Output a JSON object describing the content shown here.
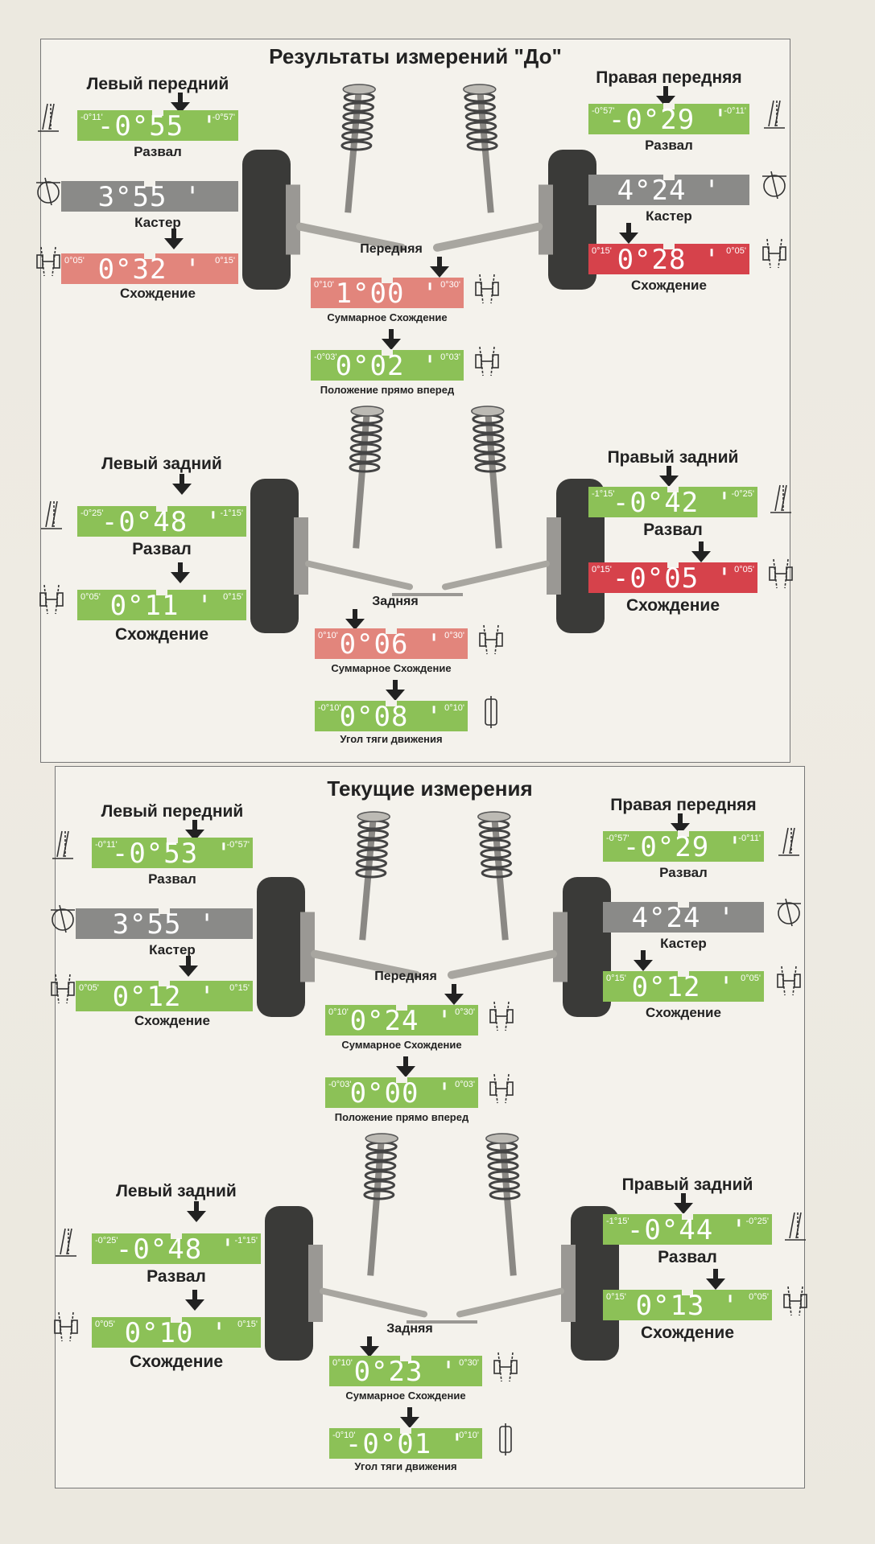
{
  "panels": [
    {
      "title": "Результаты измерений \"До\"",
      "front_left": {
        "heading": "Левый передний",
        "camber": {
          "label": "Развал",
          "value": "-0°55 '",
          "lo": "-0°11'",
          "hi": "-0°57'",
          "color": "#8cc157"
        },
        "caster": {
          "label": "Кастер",
          "value": "3°55 '",
          "lo": "",
          "hi": "",
          "color": "#8a8a88"
        },
        "toe": {
          "label": "Схождение",
          "value": "0°32 '",
          "lo": "0°05'",
          "hi": "0°15'",
          "color": "#e2857c"
        }
      },
      "front_right": {
        "heading": "Правая передняя",
        "camber": {
          "label": "Развал",
          "value": "-0°29 '",
          "lo": "-0°57'",
          "hi": "-0°11'",
          "color": "#8cc157"
        },
        "caster": {
          "label": "Кастер",
          "value": "4°24 '",
          "lo": "",
          "hi": "",
          "color": "#8a8a88"
        },
        "toe": {
          "label": "Схождение",
          "value": "0°28 '",
          "lo": "0°15'",
          "hi": "0°05'",
          "color": "#d6424b"
        }
      },
      "front_total": {
        "heading": "Передняя",
        "label": "Суммарное Схождение",
        "value": "1°00 '",
        "lo": "0°10'",
        "hi": "0°30'",
        "color": "#e2857c"
      },
      "straight_ahead": {
        "label": "Положение прямо вперед",
        "value": "0°02 '",
        "lo": "-0°03'",
        "hi": "0°03'",
        "color": "#8cc157"
      },
      "rear_left": {
        "heading": "Левый задний",
        "camber": {
          "label": "Развал",
          "value": "-0°48 '",
          "lo": "-0°25'",
          "hi": "-1°15'",
          "color": "#8cc157"
        },
        "toe": {
          "label": "Схождение",
          "value": "0°11 '",
          "lo": "0°05'",
          "hi": "0°15'",
          "color": "#8cc157"
        }
      },
      "rear_right": {
        "heading": "Правый задний",
        "camber": {
          "label": "Развал",
          "value": "-0°42 '",
          "lo": "-1°15'",
          "hi": "-0°25'",
          "color": "#8cc157"
        },
        "toe": {
          "label": "Схождение",
          "value": "-0°05 '",
          "lo": "0°15'",
          "hi": "0°05'",
          "color": "#d6424b"
        }
      },
      "rear_total": {
        "heading": "Задняя",
        "label": "Суммарное Схождение",
        "value": "0°06 '",
        "lo": "0°10'",
        "hi": "0°30'",
        "color": "#e2857c"
      },
      "thrust": {
        "label": "Угол тяги движения",
        "value": "0°08 '",
        "lo": "-0°10'",
        "hi": "0°10'",
        "color": "#8cc157"
      }
    },
    {
      "title": "Текущие измерения",
      "front_left": {
        "heading": "Левый передний",
        "camber": {
          "label": "Развал",
          "value": "-0°53 '",
          "lo": "-0°11'",
          "hi": "-0°57'",
          "color": "#8cc157"
        },
        "caster": {
          "label": "Кастер",
          "value": "3°55 '",
          "lo": "",
          "hi": "",
          "color": "#8a8a88"
        },
        "toe": {
          "label": "Схождение",
          "value": "0°12 '",
          "lo": "0°05'",
          "hi": "0°15'",
          "color": "#8cc157"
        }
      },
      "front_right": {
        "heading": "Правая передняя",
        "camber": {
          "label": "Развал",
          "value": "-0°29 '",
          "lo": "-0°57'",
          "hi": "-0°11'",
          "color": "#8cc157"
        },
        "caster": {
          "label": "Кастер",
          "value": "4°24 '",
          "lo": "",
          "hi": "",
          "color": "#8a8a88"
        },
        "toe": {
          "label": "Схождение",
          "value": "0°12 '",
          "lo": "0°15'",
          "hi": "0°05'",
          "color": "#8cc157"
        }
      },
      "front_total": {
        "heading": "Передняя",
        "label": "Суммарное Схождение",
        "value": "0°24 '",
        "lo": "0°10'",
        "hi": "0°30'",
        "color": "#8cc157"
      },
      "straight_ahead": {
        "label": "Положение прямо вперед",
        "value": "0°00 '",
        "lo": "-0°03'",
        "hi": "0°03'",
        "color": "#8cc157"
      },
      "rear_left": {
        "heading": "Левый задний",
        "camber": {
          "label": "Развал",
          "value": "-0°48 '",
          "lo": "-0°25'",
          "hi": "-1°15'",
          "color": "#8cc157"
        },
        "toe": {
          "label": "Схождение",
          "value": "0°10 '",
          "lo": "0°05'",
          "hi": "0°15'",
          "color": "#8cc157"
        }
      },
      "rear_right": {
        "heading": "Правый задний",
        "camber": {
          "label": "Развал",
          "value": "-0°44 '",
          "lo": "-1°15'",
          "hi": "-0°25'",
          "color": "#8cc157"
        },
        "toe": {
          "label": "Схождение",
          "value": "0°13 '",
          "lo": "0°15'",
          "hi": "0°05'",
          "color": "#8cc157"
        }
      },
      "rear_total": {
        "heading": "Задняя",
        "label": "Суммарное Схождение",
        "value": "0°23 '",
        "lo": "0°10'",
        "hi": "0°30'",
        "color": "#8cc157"
      },
      "thrust": {
        "label": "Угол тяги движения",
        "value": "-0°01 '",
        "lo": "-0°10'",
        "hi": "0°10'",
        "color": "#8cc157"
      }
    }
  ]
}
